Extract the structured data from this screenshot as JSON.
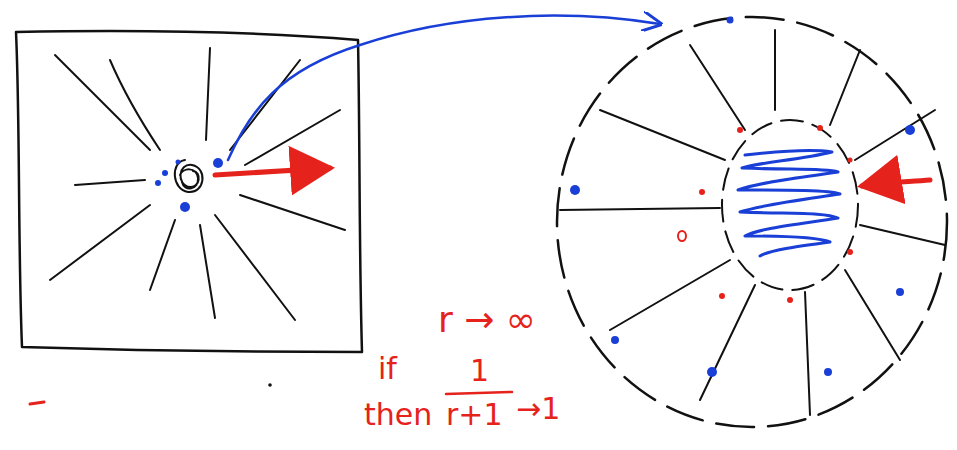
{
  "diagram": {
    "labels": [
      "r → ∞",
      "if",
      "then",
      "1",
      "r+1",
      "→1"
    ]
  }
}
